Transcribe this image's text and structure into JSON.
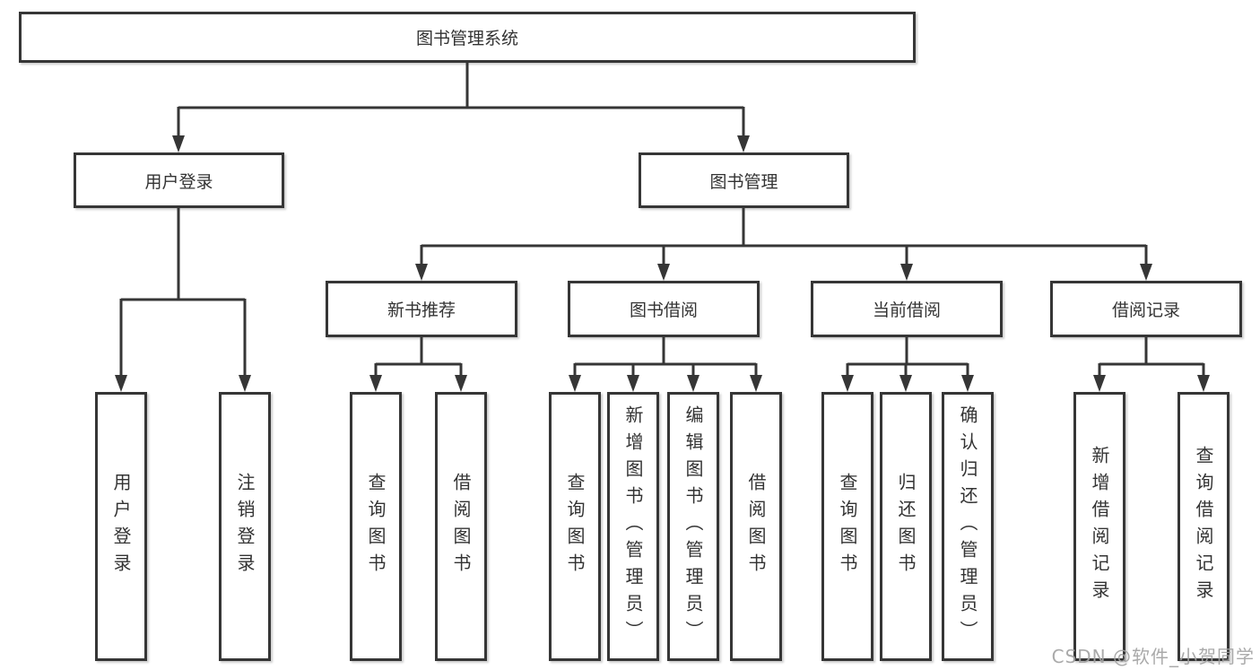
{
  "diagram": {
    "root": {
      "label": "图书管理系统"
    },
    "level2": [
      {
        "label": "用户登录"
      },
      {
        "label": "图书管理"
      }
    ],
    "level3": [
      {
        "label": "新书推荐"
      },
      {
        "label": "图书借阅"
      },
      {
        "label": "当前借阅"
      },
      {
        "label": "借阅记录"
      }
    ],
    "leaves": {
      "login": [
        "用户登录",
        "注销登录"
      ],
      "recommend": [
        "查询图书",
        "借阅图书"
      ],
      "borrow": [
        "查询图书",
        "新增图书（管理员）",
        "编辑图书（管理员）",
        "借阅图书"
      ],
      "current": [
        "查询图书",
        "归还图书",
        "确认归还（管理员）"
      ],
      "records": [
        "新增借阅记录",
        "查询借阅记录"
      ]
    }
  },
  "watermark": "CSDN @软件_小贺同学",
  "colors": {
    "line": "#363636",
    "box_border": "#363636",
    "text": "#333333",
    "watermark_text": "#a3a3a3",
    "background": "#ffffff"
  }
}
